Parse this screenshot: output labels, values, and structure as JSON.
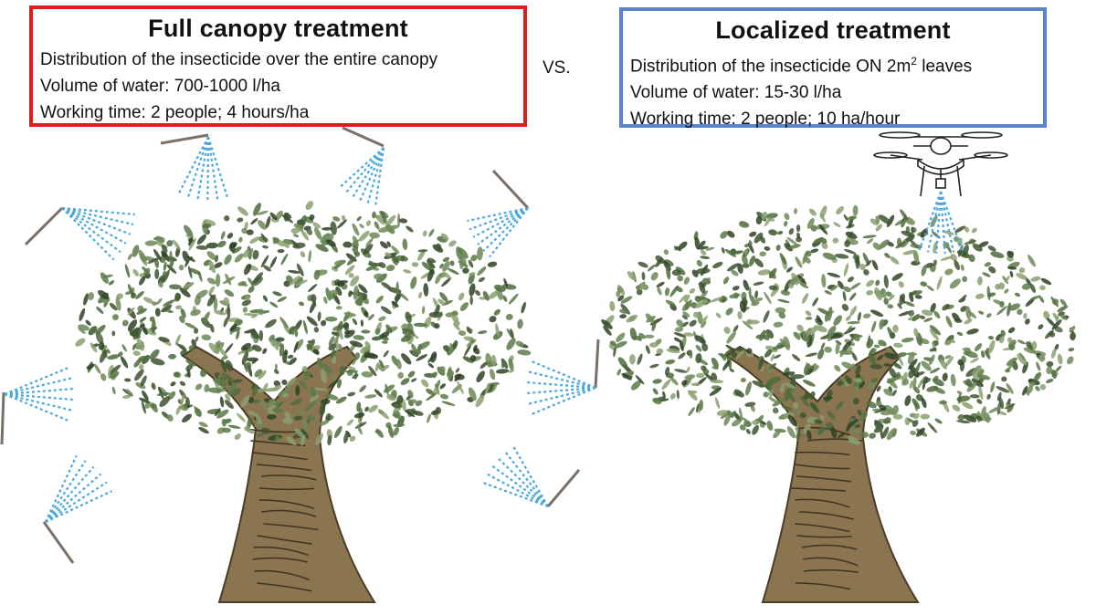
{
  "left_panel": {
    "title": "Full canopy treatment",
    "lines": [
      "Distribution of the insecticide over the entire canopy",
      "Volume of water: 700-1000 l/ha",
      "Working time: 2 people; 4 hours/ha"
    ],
    "border_color": "#e01b1b"
  },
  "vs_label": "VS.",
  "right_panel": {
    "title": "Localized treatment",
    "line1_prefix": "Distribution of the insecticide ON 2m",
    "line1_sup": "2",
    "line1_suffix": " leaves",
    "lines": [
      "Volume of water: 15-30 l/ha",
      "Working time: 2 people; 10 ha/hour"
    ],
    "border_color": "#5b84c8"
  },
  "colors": {
    "spray": "#4aa8e0",
    "lance": "#7a7068",
    "foliage": "#5f7a4a",
    "trunk": "#8a7550"
  }
}
